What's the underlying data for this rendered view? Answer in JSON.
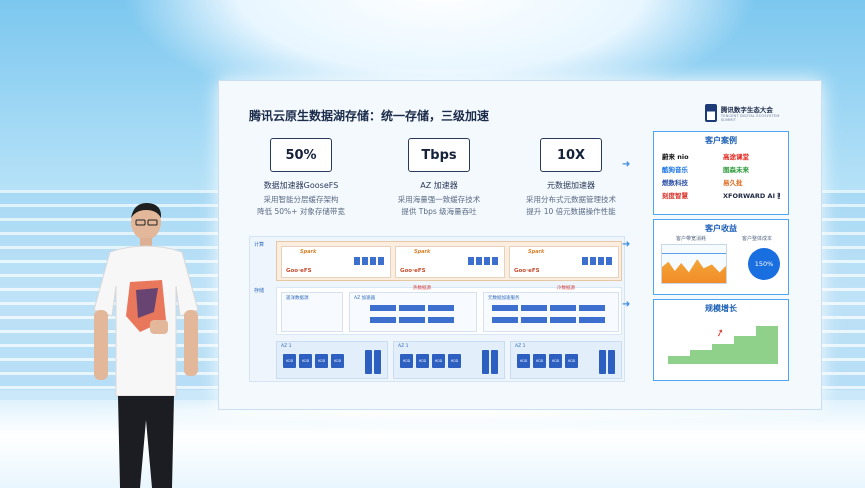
{
  "slide": {
    "title": "腾讯云原生数据湖存储：统一存储，三级加速",
    "logo": {
      "name": "腾讯数字生态大会",
      "subtitle": "TENCENT DIGITAL ECOSYSTEM SUMMIT"
    },
    "stats": [
      {
        "value": "50%",
        "name": "数据加速器GooseFS",
        "desc": [
          "采用智能分层缓存架构",
          "降低 50%+ 对象存储带宽"
        ]
      },
      {
        "value": "Tbps",
        "name": "AZ 加速器",
        "desc": [
          "采用海量强一致缓存技术",
          "提供 Tbps 级海量吞吐"
        ]
      },
      {
        "value": "10X",
        "name": "元数据加速器",
        "desc": [
          "采用分布式元数据管理技术",
          "提升 10 倍元数据操作性能"
        ]
      }
    ],
    "architecture": {
      "compute_label": "计算",
      "storage_label": "存储",
      "goosefs_label": "Goo·eFS",
      "spark_label": "Spark",
      "storage_titles": [
        "遥洋数据源",
        "AZ 加速器",
        "元数据加速服务"
      ],
      "red_tags": [
        "热数据源",
        "冷数据源"
      ],
      "az_label": "AZ 1",
      "hdd_label": "HDD"
    },
    "panels": {
      "customers": {
        "title": "客户案例",
        "brands": [
          {
            "name": "蔚来 nio",
            "color": "#111111"
          },
          {
            "name": "高途课堂",
            "color": "#e2261c"
          },
          {
            "name": "酷狗音乐",
            "color": "#1773e8"
          },
          {
            "name": "图森未来",
            "color": "#2c9a3b"
          },
          {
            "name": "燃数科技",
            "color": "#2a4fa8"
          },
          {
            "name": "易久批",
            "color": "#e26a1b"
          },
          {
            "name": "刻度智慧",
            "color": "#d9322a"
          },
          {
            "name": "XFORWARD AI 赛智科技",
            "color": "#1f2a44"
          }
        ]
      },
      "revenue": {
        "title": "客户收益",
        "left_caption": "客户带宽消耗",
        "right_caption": "客户整体成本",
        "value": "150%"
      },
      "growth": {
        "title": "规模增长"
      }
    }
  },
  "colors": {
    "accent": "#1b5fb5",
    "panel_border": "#4fa6ef",
    "storage_blue": "#2c5fc0"
  }
}
